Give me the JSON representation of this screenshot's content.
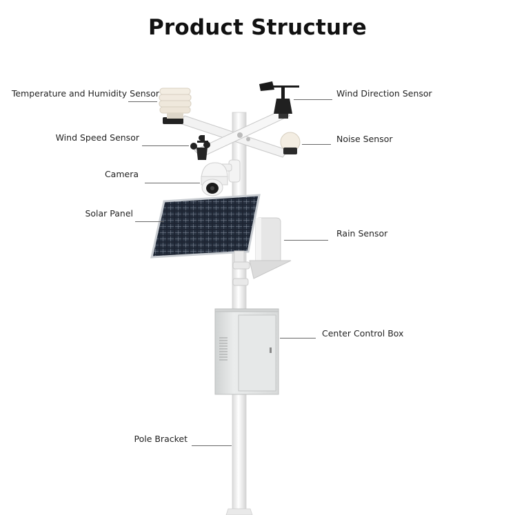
{
  "title": "Product Structure",
  "labels": {
    "temp_humidity": "Temperature and Humidity Sensor",
    "wind_speed": "Wind Speed Sensor",
    "camera": "Camera",
    "solar_panel": "Solar Panel",
    "pole_bracket": "Pole Bracket",
    "wind_direction": "Wind Direction Sensor",
    "noise": "Noise Sensor",
    "rain": "Rain Sensor",
    "control_box": "Center Control Box"
  },
  "colors": {
    "pole": "#f1f1f1",
    "panel": "#1d2430",
    "box": "#e4e6e6",
    "sensor_cream": "#f3ede2",
    "leader": "#666666"
  }
}
